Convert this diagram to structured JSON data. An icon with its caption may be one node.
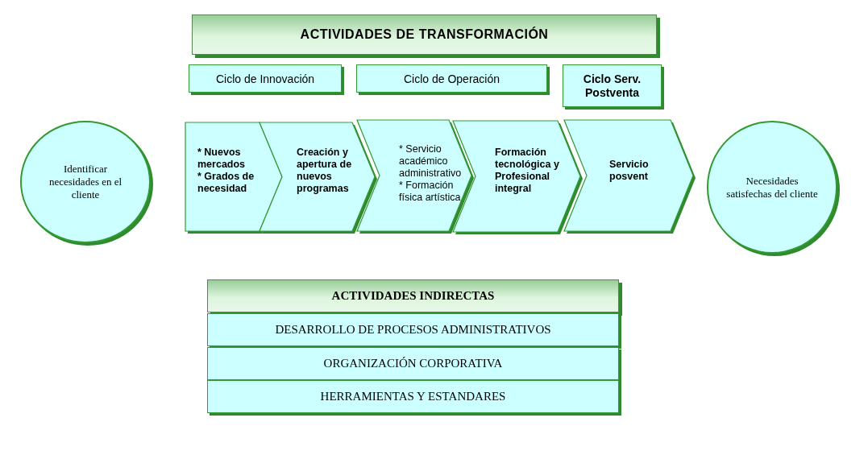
{
  "diagram": {
    "nodes": [
      {
        "text": [
          "ACTIVIDADES DE TRANSFORMACIÓN"
        ]
      },
      {
        "text": [
          "Ciclo de Innovación"
        ]
      },
      {
        "text": [
          "Ciclo de Operación"
        ]
      },
      {
        "text": [
          "Ciclo Serv. Postventa"
        ]
      },
      {
        "text": [
          "Identificar necesidades en el cliente"
        ]
      },
      {
        "text": [
          "* Nuevos mercados",
          "* Grados de necesidad"
        ]
      },
      {
        "text": [
          "Creación y apertura de nuevos programas"
        ]
      },
      {
        "text": [
          "* Servicio académico administrativo",
          "* Formación física artística"
        ]
      },
      {
        "text": [
          "Formación tecnológica y Profesional integral"
        ]
      },
      {
        "text": [
          "Servicio posvent"
        ]
      },
      {
        "text": [
          "Necesidades satisfechas del cliente"
        ]
      },
      {
        "text": [
          "ACTIVIDADES INDIRECTAS"
        ]
      },
      {
        "text": [
          "DESARROLLO DE PROCESOS ADMINISTRATIVOS"
        ]
      },
      {
        "text": [
          "ORGANIZACIÓN CORPORATIVA"
        ]
      },
      {
        "text": [
          "HERRAMIENTAS Y ESTANDARES"
        ]
      }
    ]
  }
}
